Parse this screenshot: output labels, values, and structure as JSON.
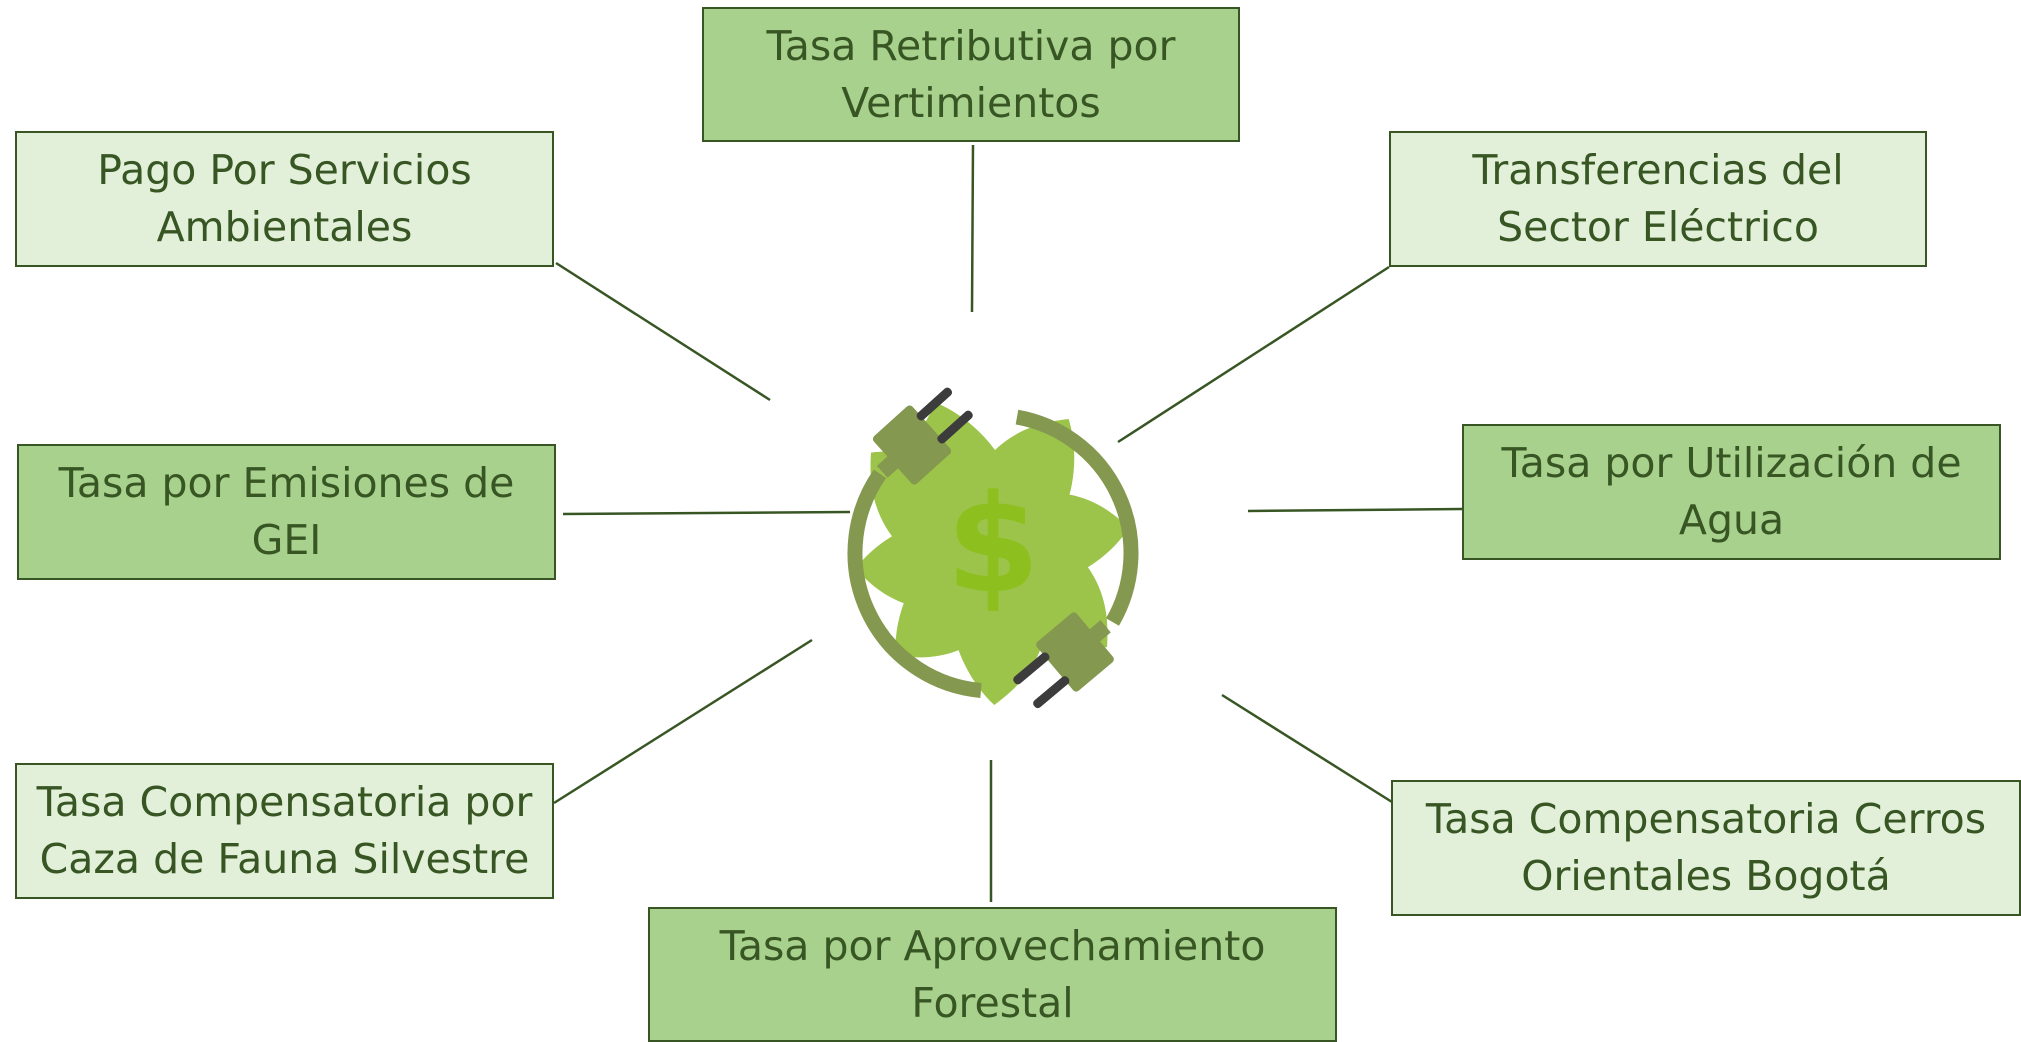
{
  "colors": {
    "line": "#375623",
    "box_dark": "#a9d18e",
    "box_light": "#e2f0d9",
    "text": "#375623",
    "leaf": "#9cc44a",
    "ring": "#84984f",
    "plug": "#84984f",
    "prong": "#3c3c3c",
    "dollar": "#8dbf1f"
  },
  "center_icon": {
    "name": "leaf-wreath-plug-dollar-icon",
    "symbol": "$"
  },
  "nodes": [
    {
      "id": "tasa-retributiva",
      "label": "Tasa Retributiva por Vertimientos",
      "style": "dark"
    },
    {
      "id": "pago-servicios-ambientales",
      "label": "Pago Por Servicios Ambientales",
      "style": "light"
    },
    {
      "id": "transferencias-sector-electrico",
      "label": "Transferencias del Sector Eléctrico",
      "style": "light"
    },
    {
      "id": "tasa-emisiones-gei",
      "label": "Tasa por Emisiones de GEI",
      "style": "dark"
    },
    {
      "id": "tasa-utilizacion-agua",
      "label": "Tasa por Utilización de Agua",
      "style": "dark"
    },
    {
      "id": "tasa-caza-fauna",
      "label": "Tasa Compensatoria por Caza de Fauna Silvestre",
      "style": "light"
    },
    {
      "id": "tasa-cerros-orientales",
      "label": "Tasa Compensatoria Cerros Orientales Bogotá",
      "style": "light"
    },
    {
      "id": "tasa-aprovechamiento-forestal",
      "label": "Tasa por Aprovechamiento Forestal",
      "style": "dark"
    }
  ]
}
